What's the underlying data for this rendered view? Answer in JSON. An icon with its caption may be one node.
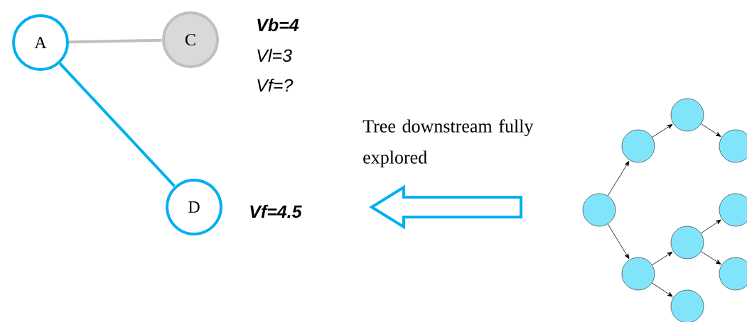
{
  "diagram": {
    "nodes": [
      {
        "text": [
          "A"
        ]
      },
      {
        "text": [
          "C"
        ],
        "beside": [
          "Vb=4",
          "Vl=3",
          "Vf=?"
        ]
      },
      {
        "text": [
          "D"
        ],
        "beside": [
          "Vf=4.5"
        ]
      },
      {
        "text": [],
        "shape": "circle"
      },
      {
        "text": [],
        "shape": "circle"
      },
      {
        "text": [],
        "shape": "circle"
      },
      {
        "text": [],
        "shape": "circle"
      },
      {
        "text": [],
        "shape": "circle"
      },
      {
        "text": [],
        "shape": "circle"
      },
      {
        "text": [],
        "shape": "circle"
      },
      {
        "text": [],
        "shape": "circle"
      },
      {
        "text": [],
        "shape": "circle"
      }
    ],
    "edges": [
      {
        "from": 0,
        "to": 1,
        "arrow": "none",
        "style": "thick",
        "color": "#bfbfbf"
      },
      {
        "from": 0,
        "to": 2,
        "arrow": "none",
        "style": "thick",
        "color": "#00b0f0"
      },
      {
        "from": 3,
        "to": 4,
        "arrow": "to"
      },
      {
        "from": 3,
        "to": 5,
        "arrow": "to"
      },
      {
        "from": 4,
        "to": 6,
        "arrow": "to"
      },
      {
        "from": 6,
        "to": 9,
        "arrow": "to"
      },
      {
        "from": 5,
        "to": 7,
        "arrow": "to"
      },
      {
        "from": 5,
        "to": 8,
        "arrow": "to"
      },
      {
        "from": 7,
        "to": 10,
        "arrow": "to"
      },
      {
        "from": 7,
        "to": 11,
        "arrow": "to"
      },
      {
        "from": 3,
        "to": 2,
        "arrow": "to",
        "style": "thick",
        "color": "#00b0f0"
      }
    ],
    "labels": [
      "Tree downstream fully explored"
    ]
  }
}
